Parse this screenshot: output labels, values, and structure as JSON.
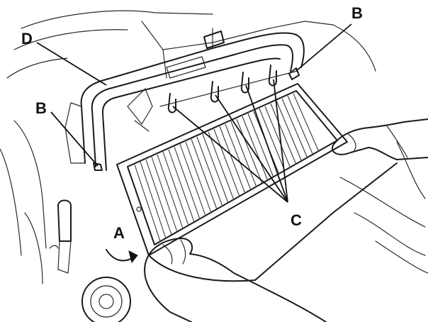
{
  "figure": {
    "labels": {
      "a": "A",
      "b_top": "B",
      "b_left": "B",
      "c": "C",
      "d": "D"
    }
  },
  "colors": {
    "ink": "#111111",
    "paper": "#ffffff",
    "filter_pleat": "#3a3a3a"
  }
}
